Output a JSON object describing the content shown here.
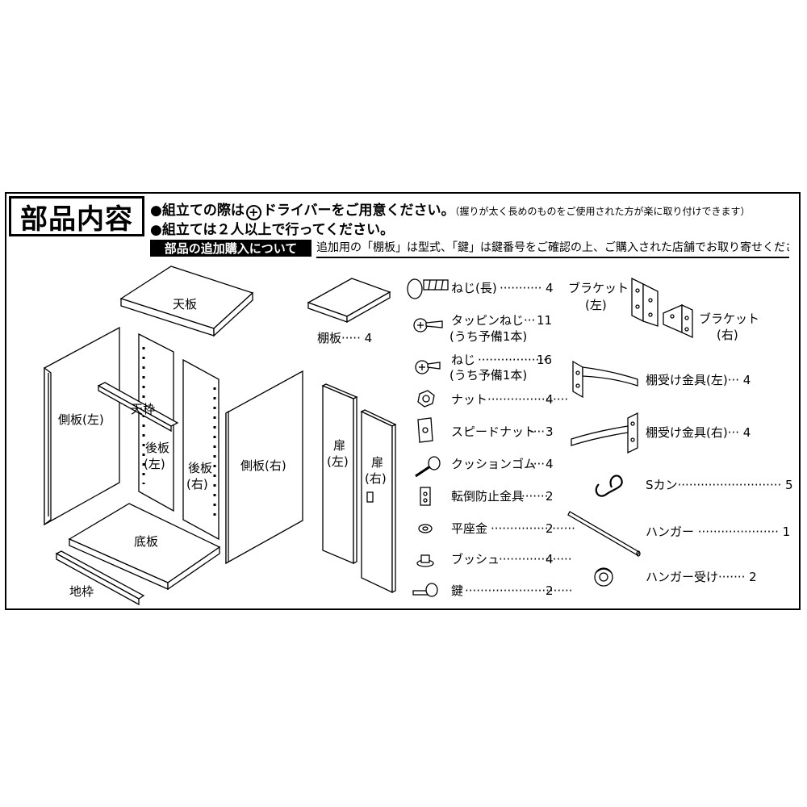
{
  "header": {
    "title": "部品内容",
    "note1_prefix": "●組立ての際は",
    "note1_symbol": "+",
    "note1_suffix": "ドライバーをご用意ください。",
    "note1_small": "（握りが太く長めのものをご使用された方が楽に取り付けできます）",
    "note2": "●組立ては２人以上で行ってください。",
    "additional_heading": "部品の追加購入について",
    "additional_text": "追加用の「棚板」は型式、「鍵」は鍵番号をご確認の上、ご購入された店舗でお取り寄せください。"
  },
  "panels": {
    "top": "天板",
    "frame_top": "天枠",
    "side_left": "側板(左)",
    "back_left_1": "後板",
    "back_left_2": "(左)",
    "back_right_1": "後板",
    "back_right_2": "(右)",
    "side_right": "側板(右)",
    "bottom": "底板",
    "base_frame": "地枠",
    "shelf": "棚板····· 4",
    "door_left_1": "扉",
    "door_left_2": "(左)",
    "door_right_1": "扉",
    "door_right_2": "(右)"
  },
  "hardware": [
    {
      "name": "ねじ(長)",
      "dots": "···········",
      "qty": "4"
    },
    {
      "name": "タッピンねじ···",
      "dots": "",
      "qty": "11",
      "sub": "(うち予備1本)"
    },
    {
      "name": "ねじ",
      "dots": "··················",
      "qty": "16",
      "sub": "(うち予備1本)"
    },
    {
      "name": "ナット",
      "dots": "·····················",
      "qty": "4"
    },
    {
      "name": "スピードナット",
      "dots": "····",
      "qty": "3"
    },
    {
      "name": "クッションゴム",
      "dots": "····",
      "qty": "4"
    },
    {
      "name": "転倒防止金具",
      "dots": "·······",
      "qty": "2"
    },
    {
      "name": "平座金",
      "dots": "······················",
      "qty": "2"
    },
    {
      "name": "ブッシュ",
      "dots": "···················",
      "qty": "4"
    },
    {
      "name": "鍵",
      "dots": "····························",
      "qty": "2"
    }
  ],
  "fittings": {
    "bracket_left_1": "ブラケット",
    "bracket_left_2": "(左)",
    "bracket_right_1": "ブラケット",
    "bracket_right_2": "(右)",
    "shelf_support_left": "棚受け金具(左)··· 4",
    "shelf_support_right": "棚受け金具(右)··· 4",
    "s_hook": "Sカン··························· 5",
    "hanger": "ハンガー ····················· 1",
    "hanger_holder": "ハンガー受け······· 2"
  }
}
